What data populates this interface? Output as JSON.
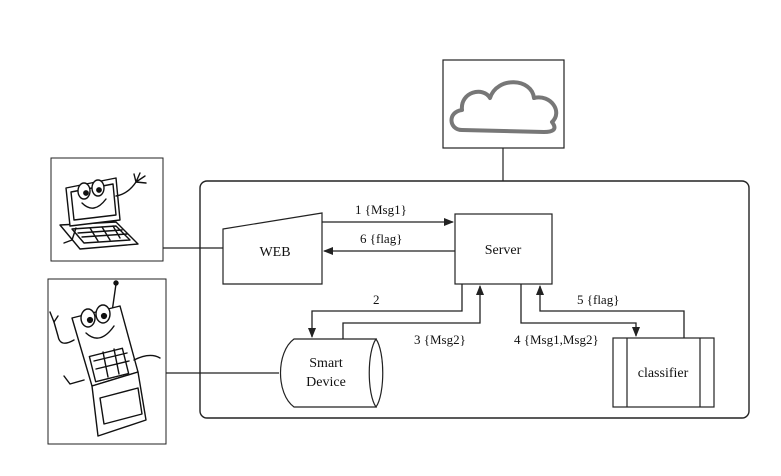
{
  "nodes": {
    "web": "WEB",
    "server": "Server",
    "smart_device_line1": "Smart",
    "smart_device_line2": "Device",
    "classifier": "classifier"
  },
  "edges": {
    "e1": "1 {Msg1}",
    "e6": "6 {flag}",
    "e2": "2",
    "e3": "3 {Msg2}",
    "e4": "4 {Msg1,Msg2}",
    "e5": "5 {flag}"
  },
  "icons": {
    "cloud": "cloud-icon",
    "laptop": "laptop-cartoon-icon",
    "phone": "phone-cartoon-icon"
  }
}
